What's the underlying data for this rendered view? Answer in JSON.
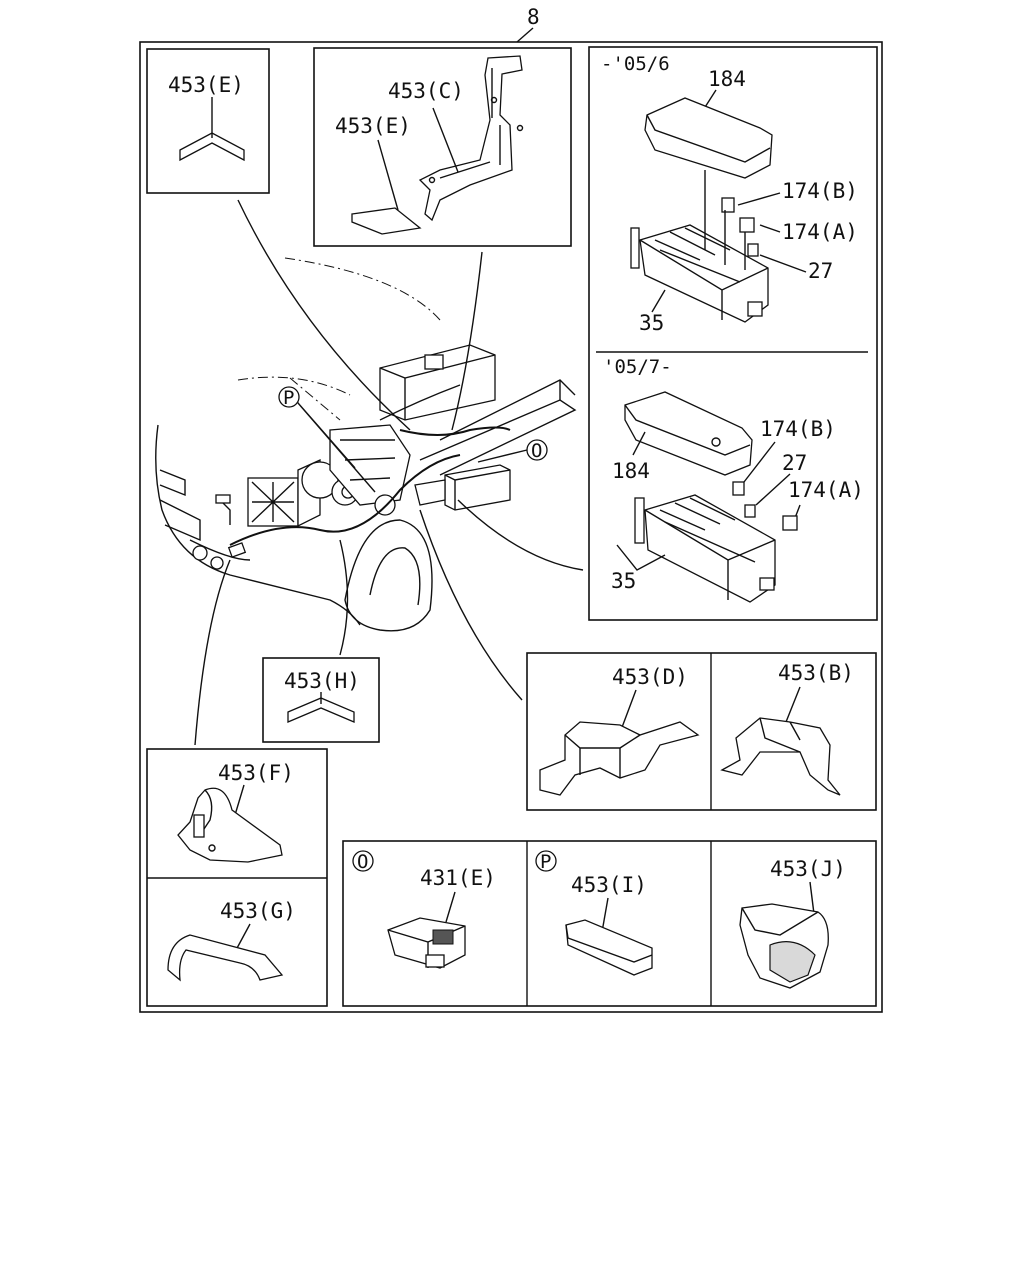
{
  "page_number": "8",
  "labels": {
    "e1": "453(E)",
    "c": "453(C)",
    "e2": "453(E)",
    "b": "453(B)",
    "d": "453(D)",
    "h": "453(H)",
    "f": "453(F)",
    "g": "453(G)",
    "o_part": "431(E)",
    "p_part": "453(I)",
    "j": "453(J)"
  },
  "fuse_box_early": {
    "range": "-'05/6",
    "cover": "184",
    "relay_b": "174(B)",
    "relay_a": "174(A)",
    "fuse": "27",
    "base": "35"
  },
  "fuse_box_late": {
    "range": "'05/7-",
    "cover": "184",
    "relay_b": "174(B)",
    "fuse": "27",
    "relay_a": "174(A)",
    "base": "35"
  },
  "callouts": {
    "o": "O",
    "p": "P"
  }
}
